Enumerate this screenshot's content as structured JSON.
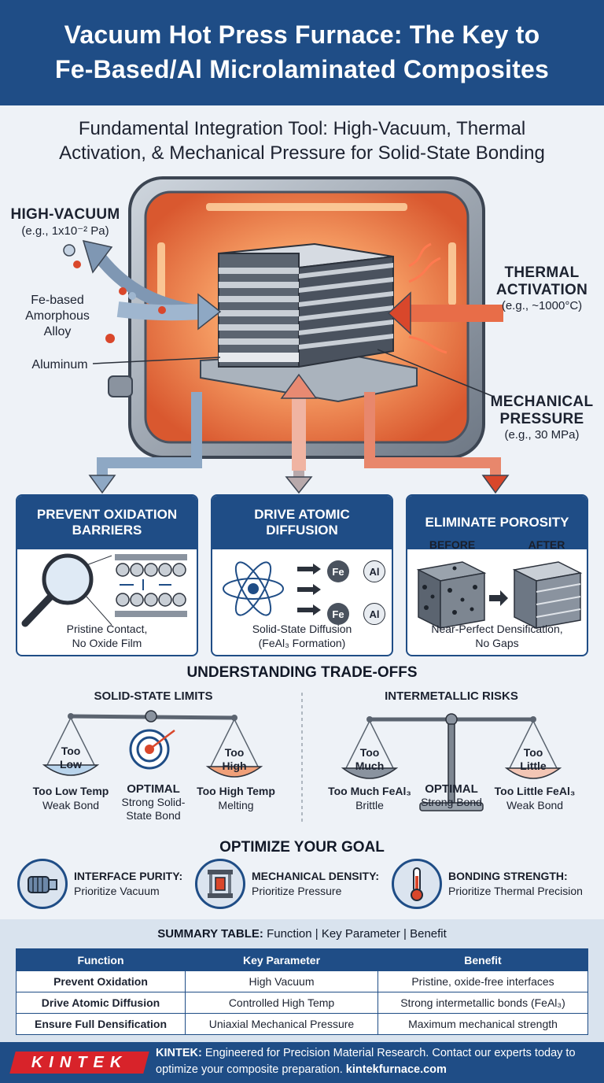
{
  "header": {
    "title_line1": "Vacuum Hot Press Furnace: The Key to",
    "title_line2": "Fe-Based/Al Microlaminated Composites"
  },
  "subtitle": {
    "line1": "Fundamental Integration Tool: High-Vacuum, Thermal",
    "line2": "Activation, & Mechanical Pressure for Solid-State Bonding"
  },
  "hero": {
    "vacuum_title": "HIGH-VACUUM",
    "vacuum_value": "(e.g., 1x10⁻² Pa)",
    "fe_label_1": "Fe-based",
    "fe_label_2": "Amorphous",
    "fe_label_3": "Alloy",
    "al_label": "Aluminum",
    "thermal_title_1": "THERMAL",
    "thermal_title_2": "ACTIVATION",
    "thermal_value": "(e.g., ~1000°C)",
    "pressure_title_1": "MECHANICAL",
    "pressure_title_2": "PRESSURE",
    "pressure_value": "(e.g., 30 MPa)"
  },
  "cards": [
    {
      "title": "PREVENT OXIDATION BARRIERS",
      "caption_1": "Pristine Contact,",
      "caption_2": "No Oxide Film"
    },
    {
      "title": "DRIVE ATOMIC DIFFUSION",
      "caption_1": "Solid-State Diffusion",
      "caption_2": "(FeAl₃ Formation)",
      "atom_fe": "Fe",
      "atom_al": "Al"
    },
    {
      "title": "ELIMINATE POROSITY",
      "before": "BEFORE",
      "after": "AFTER",
      "caption_1": "Near-Perfect Densification,",
      "caption_2": "No Gaps"
    }
  ],
  "tradeoffs": {
    "title": "UNDERSTANDING TRADE-OFFS",
    "left": {
      "title": "SOLID-STATE LIMITS",
      "pan_left_1": "Too",
      "pan_left_2": "Low",
      "pan_right_1": "Too",
      "pan_right_2": "High",
      "left_cap_1": "Too Low Temp",
      "left_cap_2": "Weak Bond",
      "mid_title": "OPTIMAL",
      "mid_cap_1": "Strong Solid-",
      "mid_cap_2": "State Bond",
      "right_cap_1": "Too High Temp",
      "right_cap_2": "Melting"
    },
    "right": {
      "title": "INTERMETALLIC RISKS",
      "pan_left_1": "Too",
      "pan_left_2": "Much",
      "pan_right_1": "Too",
      "pan_right_2": "Little",
      "left_cap_1": "Too Much FeAl₃",
      "left_cap_2": "Brittle",
      "mid_title": "OPTIMAL",
      "mid_cap_1": "Strong Bond",
      "right_cap_1": "Too Little FeAl₃",
      "right_cap_2": "Weak Bond"
    }
  },
  "goals": {
    "title": "OPTIMIZE YOUR GOAL",
    "items": [
      {
        "label": "INTERFACE PURITY:",
        "value": "Prioritize Vacuum",
        "icon": "vacuum-pump-icon"
      },
      {
        "label": "MECHANICAL DENSITY:",
        "value": "Prioritize Pressure",
        "icon": "press-icon"
      },
      {
        "label": "BONDING STRENGTH:",
        "value": "Prioritize Thermal Precision",
        "icon": "thermometer-icon"
      }
    ]
  },
  "summary": {
    "title_bold": "SUMMARY TABLE:",
    "title_rest": " Function | Key Parameter | Benefit",
    "columns": [
      "Function",
      "Key Parameter",
      "Benefit"
    ],
    "rows": [
      [
        "Prevent Oxidation",
        "High Vacuum",
        "Pristine, oxide-free interfaces"
      ],
      [
        "Drive Atomic Diffusion",
        "Controlled High Temp",
        "Strong intermetallic bonds (FeAl₃)"
      ],
      [
        "Ensure Full Densification",
        "Uniaxial Mechanical Pressure",
        "Maximum mechanical strength"
      ]
    ]
  },
  "footer": {
    "logo": "KINTEK",
    "brand": "KINTEK:",
    "text": " Engineered for Precision Material Research. Contact our experts today to optimize your composite preparation. ",
    "url": "kintekfurnace.com"
  },
  "colors": {
    "brand_blue": "#1f4d86",
    "furnace_glow": "#f08a4b",
    "heat_red": "#d9472b",
    "logo_red": "#d8232a"
  }
}
